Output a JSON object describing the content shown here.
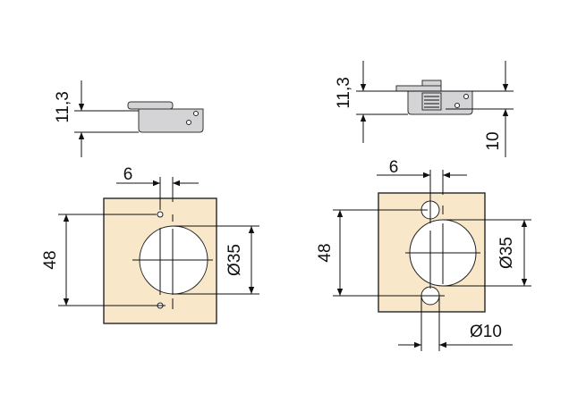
{
  "left": {
    "side_height": "11,3",
    "offset": "6",
    "hole_spacing": "48",
    "cup_diameter": "Ø35"
  },
  "right": {
    "side_height": "11,3",
    "side_depth": "10",
    "offset": "6",
    "hole_spacing": "48",
    "cup_diameter": "Ø35",
    "dowel_diameter": "Ø10"
  },
  "colors": {
    "plate": "#f8e7c8",
    "part": "#d4d4d6"
  }
}
